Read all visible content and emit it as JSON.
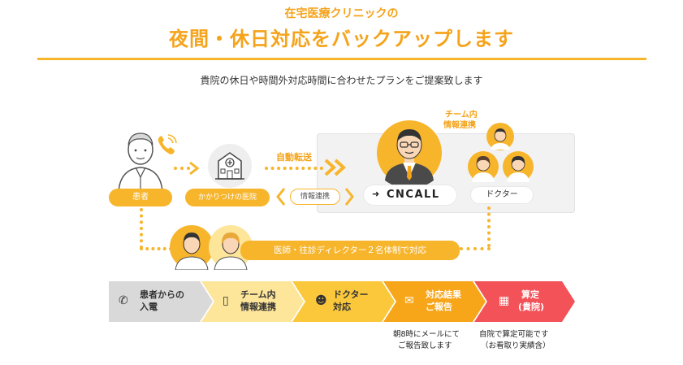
{
  "header": {
    "subtitle": "在宅医療クリニックの",
    "title": "夜間・休日対応をバックアップします",
    "lead": "貴院の休日や時間外対応時間に合わせたプランをご提案致します"
  },
  "flow": {
    "patient_label": "患者",
    "clinic_label": "かかりつけの医院",
    "auto_transfer": "自動転送",
    "info_share": "情報連携",
    "team_share_line1": "チーム内",
    "team_share_line2": "情報連携",
    "oncall_logo": "CNCALL",
    "doctor_label": "ドクター",
    "two_person": "医師・往診ディレクター２名体制で対応"
  },
  "steps": [
    {
      "line1": "患者からの",
      "line2": "入電",
      "icon": "phone-icon",
      "color": "#d9d9d9"
    },
    {
      "line1": "チーム内",
      "line2": "情報連携",
      "icon": "smartphone-icon",
      "color": "#fde59a"
    },
    {
      "line1": "ドクター",
      "line2": "対応",
      "icon": "doctor-icon",
      "color": "#fbc83c"
    },
    {
      "line1": "対応結果",
      "line2": "ご報告",
      "icon": "mail-icon",
      "color": "#f7a519"
    },
    {
      "line1": "算定",
      "line2": "(貴院)",
      "icon": "calculator-icon",
      "color": "#f25258"
    }
  ],
  "notes": {
    "report_line1": "朝8時にメールにて",
    "report_line2": "ご報告致します",
    "billing_line1": "自院で算定可能です",
    "billing_line2": "（お看取り実績含）"
  },
  "colors": {
    "accent": "#f7b52c",
    "title": "#f5a31a",
    "red": "#f25258"
  }
}
